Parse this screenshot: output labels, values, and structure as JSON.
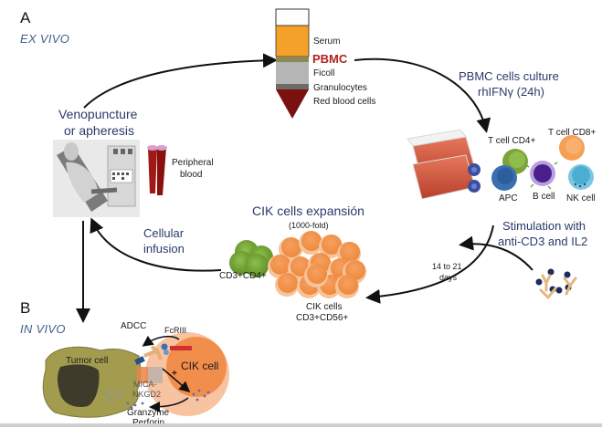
{
  "panel_a": {
    "letter": "A",
    "mode": "EX VIVO"
  },
  "panel_b": {
    "letter": "B",
    "mode": "IN VIVO"
  },
  "tube": {
    "layers": [
      "Serum",
      "PBMC",
      "Ficoll",
      "Granulocytes",
      "Red blood cells"
    ],
    "colors": {
      "serum": "#f4a12a",
      "pbmc_band": "#8b8a55",
      "ficoll": "#b5b5b5",
      "granulocytes": "#6e6a66",
      "rbc": "#7a1010",
      "pbmc_label": "#b02222"
    }
  },
  "steps": {
    "culture_line1": "PBMC cells culture",
    "culture_line2": "rhIFNγ (24h)",
    "venopuncture_line1": "Venopuncture",
    "venopuncture_line2": "or apheresis",
    "peripheral_line1": "Peripheral",
    "peripheral_line2": "blood",
    "stimulation_line1": "Stimulation with",
    "stimulation_line2": "anti-CD3 and IL2",
    "expansion_title": "CIK cells expansión",
    "expansion_fold": "(1000-fold)",
    "days_line1": "14 to 21",
    "days_line2": "days",
    "infusion_line1": "Cellular",
    "infusion_line2": "infusion",
    "cd4_label": "CD3+CD4+",
    "cik_line1": "CIK cells",
    "cik_line2": "CD3+CD56+"
  },
  "cell_types": [
    {
      "label": "T cell CD4+",
      "color": "#7aa43a"
    },
    {
      "label": "T cell CD8+",
      "color": "#f5a055"
    },
    {
      "label": "APC",
      "color": "#3a6fb0"
    },
    {
      "label": "B cell",
      "color": "#4a1f8c"
    },
    {
      "label": "NK cell",
      "color": "#4aaed0"
    }
  ],
  "in_vivo": {
    "tumor_label": "Tumor cell",
    "cik_label": "CIK cell",
    "adcc": "ADCC",
    "fcr": "FcRIII",
    "mica_line1": "MICA-",
    "mica_line2": "NKGD2",
    "granzyme": "Granzyme",
    "perforin": "Perforin",
    "plus": "+"
  }
}
